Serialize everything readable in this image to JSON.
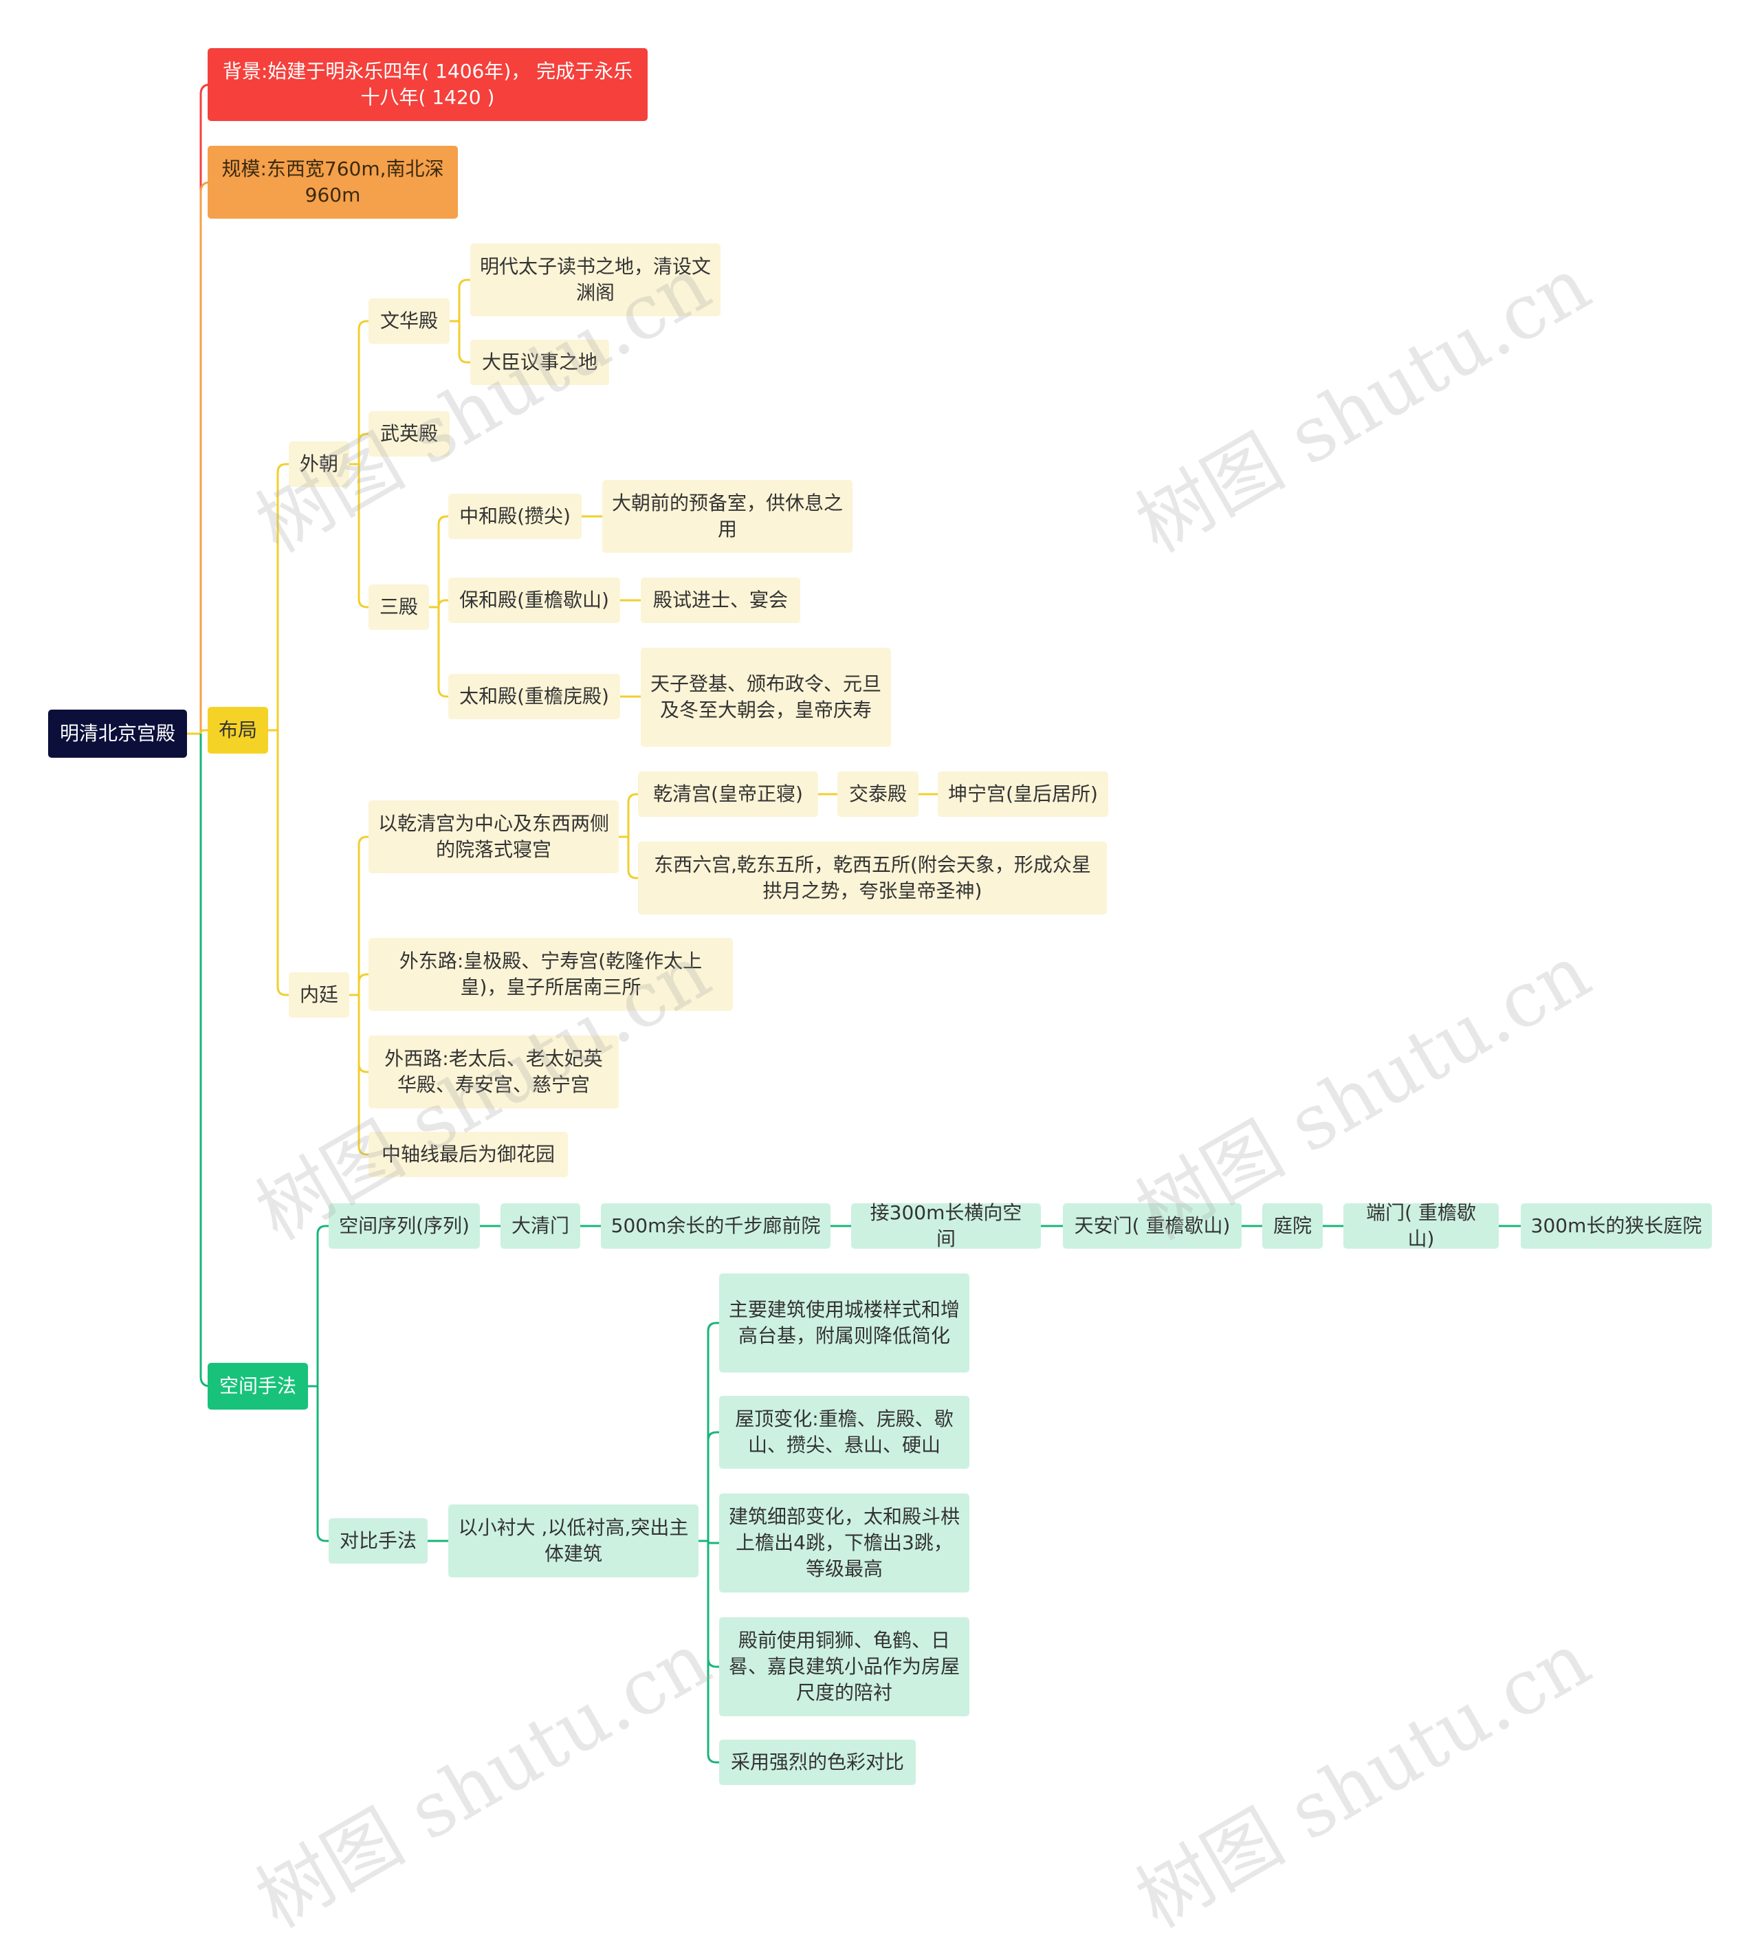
{
  "root": {
    "label": "明清北京宫殿"
  },
  "branches": {
    "background": {
      "label": "背景:始建于明永乐四年( 1406年)， 完成于永乐十八年( 1420 )"
    },
    "scale": {
      "label": "规模:东西宽760m,南北深960m"
    },
    "layout": {
      "label": "布局"
    },
    "space": {
      "label": "空间手法"
    }
  },
  "outer_court": {
    "label": "外朝",
    "wenhua": {
      "label": "文华殿",
      "items": [
        "明代太子读书之地，清设文渊阁",
        "大臣议事之地"
      ]
    },
    "wuying": {
      "label": "武英殿"
    },
    "three_halls": {
      "label": "三殿",
      "zhonghe": {
        "label": "中和殿(攒尖)",
        "desc": "大朝前的预备室，供休息之用"
      },
      "baohe": {
        "label": "保和殿(重檐歇山)",
        "desc": "殿试进士、宴会"
      },
      "taihe": {
        "label": "太和殿(重檐庑殿)",
        "desc": "天子登基、颁布政令、元旦及冬至大朝会，皇帝庆寿"
      }
    }
  },
  "inner_court": {
    "label": "内廷",
    "qianqing": {
      "label": "以乾清宫为中心及东西两侧的院落式寝宫",
      "chain": [
        "乾清宫(皇帝正寝)",
        "交泰殿",
        "坤宁宫(皇后居所)"
      ],
      "six_palaces": "东西六宫,乾东五所，乾西五所(附会天象，形成众星拱月之势，夸张皇帝圣神)"
    },
    "east_road": "外东路:皇极殿、宁寿宫(乾隆作太上皇)，皇子所居南三所",
    "west_road": "外西路:老太后、老太妃英华殿、寿安宫、慈宁宫",
    "garden": "中轴线最后为御花园"
  },
  "sequence": {
    "label": "空间序列(序列)",
    "chain": [
      "大清门",
      "500m余长的千步廊前院",
      "接300m长横向空间",
      "天安门( 重檐歇山)",
      "庭院",
      "端门( 重檐歇山)",
      "300m长的狭长庭院"
    ]
  },
  "contrast": {
    "label": "对比手法",
    "main": "以小衬大 ,以低衬高,突出主体建筑",
    "items": [
      "主要建筑使用城楼样式和增高台基，附属则降低简化",
      "屋顶变化:重檐、庑殿、歇山、攒尖、悬山、硬山",
      "建筑细部变化，太和殿斗栱上檐出4跳，下檐出3跳，等级最高",
      "殿前使用铜狮、龟鹤、日晷、嘉良建筑小品作为房屋尺度的陪衬",
      "采用强烈的色彩对比"
    ]
  },
  "watermark": "树图 shutu.cn",
  "colors": {
    "red": "#f5403c",
    "orange": "#f5a04a",
    "yellow": "#f5d326",
    "green": "#18c27a",
    "root": "#0b0f3a",
    "pale_yellow": "#fbf4d6",
    "pale_green": "#ccf1e1",
    "line_yellow": "#f0cf2e",
    "line_green": "#18b57a"
  }
}
